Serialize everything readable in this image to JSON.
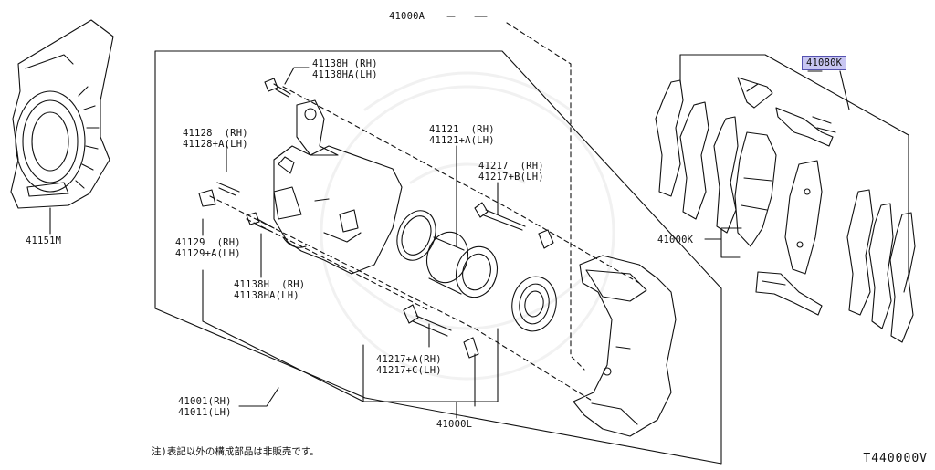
{
  "labels": {
    "l41000A": "41000A",
    "l41080K": "41080K",
    "l41138H_top_a": "41138H (RH)",
    "l41138H_top_b": "41138HA(LH)",
    "l41128_a": "41128  (RH)",
    "l41128_b": "41128+A(LH)",
    "l41121_a": "41121  (RH)",
    "l41121_b": "41121+A(LH)",
    "l41217_a": "41217  (RH)",
    "l41217_b": "41217+B(LH)",
    "l41129_a": "41129  (RH)",
    "l41129_b": "41129+A(LH)",
    "l41138H_bot_a": "41138H  (RH)",
    "l41138H_bot_b": "41138HA(LH)",
    "l41217A_a": "41217+A(RH)",
    "l41217A_b": "41217+C(LH)",
    "l41001_a": "41001(RH)",
    "l41001_b": "41011(LH)",
    "l41000L": "41000L",
    "l41000K": "41000K",
    "l41151M": "41151M"
  },
  "footnote": "注)表記以外の構成部品は非販売です。",
  "diagram_code": "T440000V",
  "colors": {
    "highlight": "#c8c6f2",
    "highlight_border": "#5552b0",
    "line": "#111111"
  }
}
